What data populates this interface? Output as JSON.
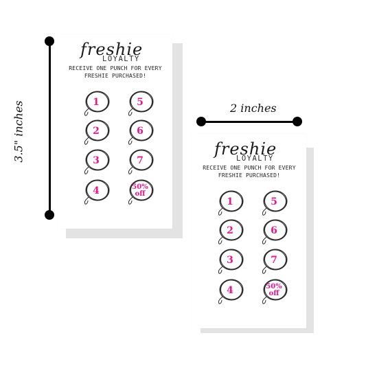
{
  "card": {
    "brand": "freshie",
    "brand_sub": "LOYALTY",
    "tagline": "RECEIVE ONE PUNCH FOR EVERY FRESHIE PURCHASED!",
    "slots": [
      "1",
      "5",
      "2",
      "6",
      "3",
      "7",
      "4",
      "50%\noff"
    ]
  },
  "dimensions": {
    "height_label": "3.5\" inches",
    "width_label": "2 inches"
  },
  "colors": {
    "accent": "#e8188c",
    "ink": "#1a1a1a"
  }
}
